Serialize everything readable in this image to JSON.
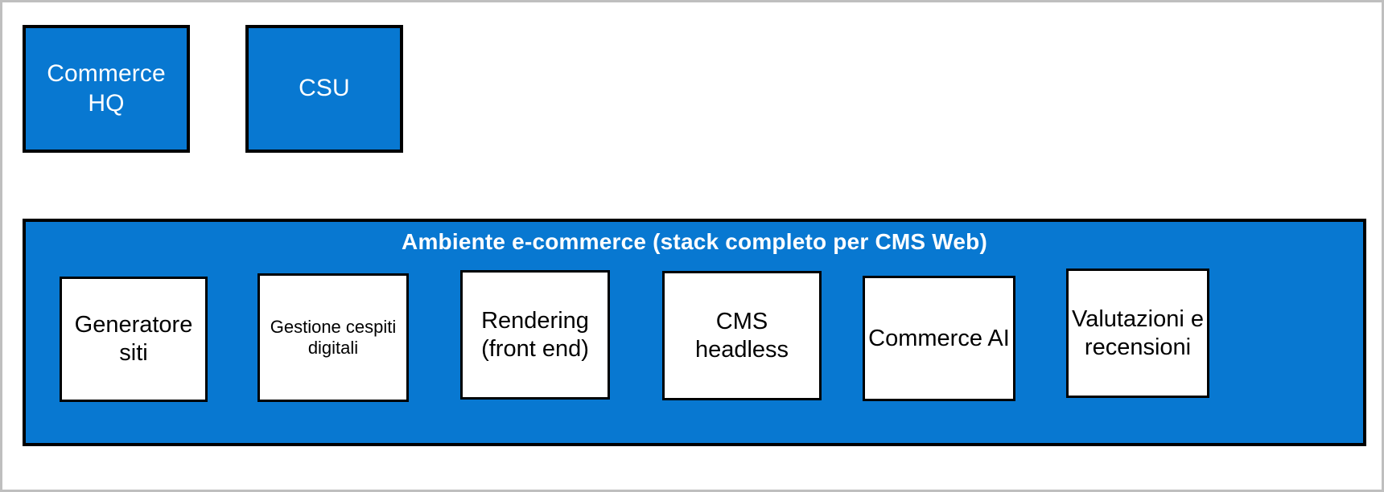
{
  "diagram": {
    "colors": {
      "blue": "#0878D1",
      "border": "#000000",
      "frame": "#BFBFBF",
      "white": "#FFFFFF"
    },
    "top_boxes": [
      {
        "id": "commerce-hq",
        "label": "Commerce HQ"
      },
      {
        "id": "csu",
        "label": "CSU"
      }
    ],
    "environment": {
      "title": "Ambiente e-commerce (stack completo per CMS Web)",
      "components": [
        {
          "id": "generatore-siti",
          "label": "Generatore siti"
        },
        {
          "id": "gestione-cespiti",
          "label": "Gestione cespiti digitali"
        },
        {
          "id": "rendering",
          "label": "Rendering (front end)"
        },
        {
          "id": "cms-headless",
          "label": "CMS headless"
        },
        {
          "id": "commerce-ai",
          "label": "Commerce AI"
        },
        {
          "id": "valutazioni",
          "label": "Valutazioni e recensioni"
        }
      ]
    }
  }
}
